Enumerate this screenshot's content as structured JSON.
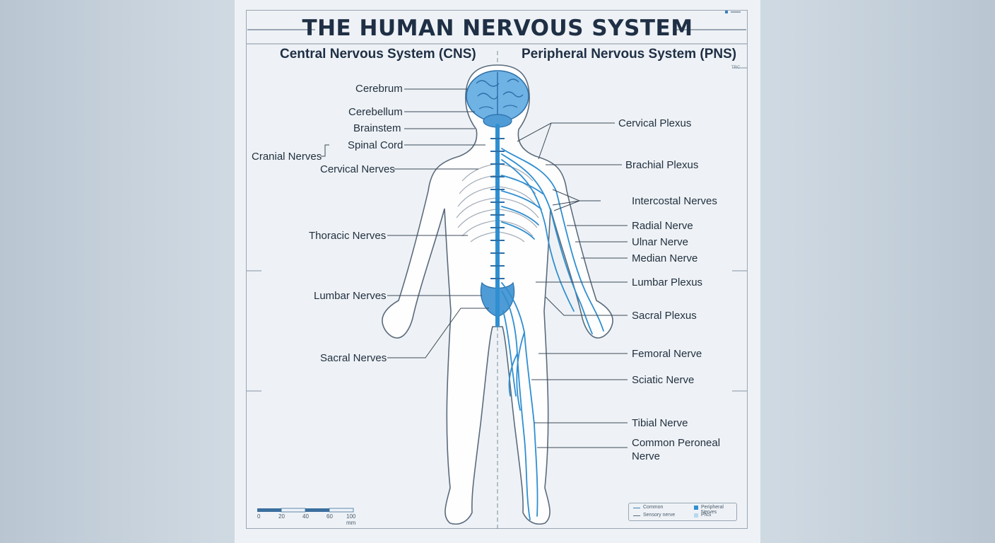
{
  "title": "THE HUMAN NERVOUS SYSTEM",
  "sections": {
    "cns": "Central Nervous System (CNS)",
    "pns": "Peripheral Nervous System (PNS)"
  },
  "cns_labels": [
    "Cerebrum",
    "Cerebellum",
    "Brainstem",
    "Spinal Cord",
    "Cranial Nerves",
    "Cervical Nerves",
    "Thoracic Nerves",
    "Lumbar Nerves",
    "Sacral Nerves"
  ],
  "pns_labels": [
    "Cervical Plexus",
    "Brachial Plexus",
    "Intercostal Nerves",
    "Radial Nerve",
    "Ulnar Nerve",
    "Median Nerve",
    "Lumbar Plexus",
    "Sacral Plexus",
    "Femoral Nerve",
    "Sciatic Nerve",
    "Tibial Nerve",
    "Common Peroneal",
    "Nerve"
  ],
  "scale": {
    "ticks": [
      "0",
      "20",
      "40",
      "60",
      "100 mm"
    ]
  },
  "legend": {
    "items": [
      "Common",
      "Peripheral Nerves",
      "Sensory nerve",
      "PNS"
    ]
  },
  "corner_tag": "TRC",
  "colors": {
    "nerve": "#2f8fd0",
    "bone": "#ffffff",
    "outline": "#5b6b7c",
    "accent": "#3b7fb8"
  }
}
